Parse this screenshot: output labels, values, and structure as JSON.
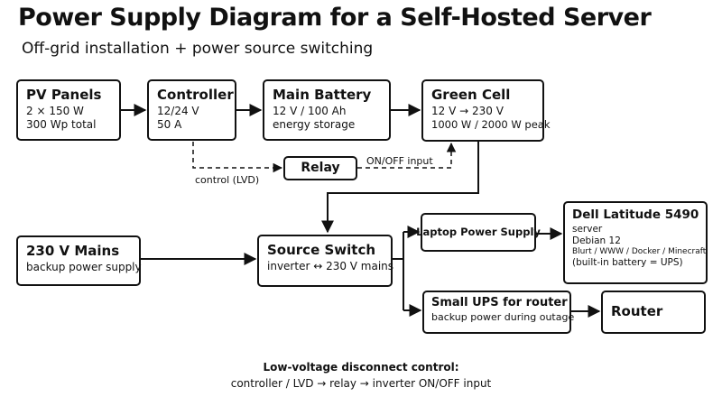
{
  "title": "Power Supply Diagram for a Self-Hosted Server",
  "subtitle": "Off-grid installation + power source switching",
  "nodes": {
    "pv": {
      "title": "PV Panels",
      "lines": [
        "2 × 150 W",
        "300 Wp total"
      ]
    },
    "controller": {
      "title": "Controller",
      "lines": [
        "12/24 V",
        "50 A"
      ]
    },
    "battery": {
      "title": "Main Battery",
      "lines": [
        "12 V / 100 Ah",
        "energy storage"
      ]
    },
    "green_cell": {
      "title": "Green Cell",
      "lines": [
        "12 V → 230 V",
        "1000 W / 2000 W peak"
      ]
    },
    "relay": {
      "title": "Relay"
    },
    "mains": {
      "title": "230 V Mains",
      "lines": [
        "backup power supply"
      ]
    },
    "switch": {
      "title": "Source Switch",
      "lines": [
        "inverter ↔ 230 V mains"
      ]
    },
    "laptop_psu": {
      "title": "Laptop Power Supply"
    },
    "dell": {
      "title": "Dell Latitude 5490",
      "lines": [
        "server",
        "Debian 12",
        "Blurt / WWW / Docker / Minecraft",
        "(built-in battery = UPS)"
      ]
    },
    "ups": {
      "title": "Small UPS for router",
      "lines": [
        "backup power during outage"
      ]
    },
    "router": {
      "title": "Router"
    }
  },
  "edge_labels": {
    "lvd": "control (LVD)",
    "onoff": "ON/OFF input"
  },
  "footer": {
    "heading": "Low-voltage disconnect control:",
    "text": "controller / LVD → relay → inverter ON/OFF input"
  }
}
